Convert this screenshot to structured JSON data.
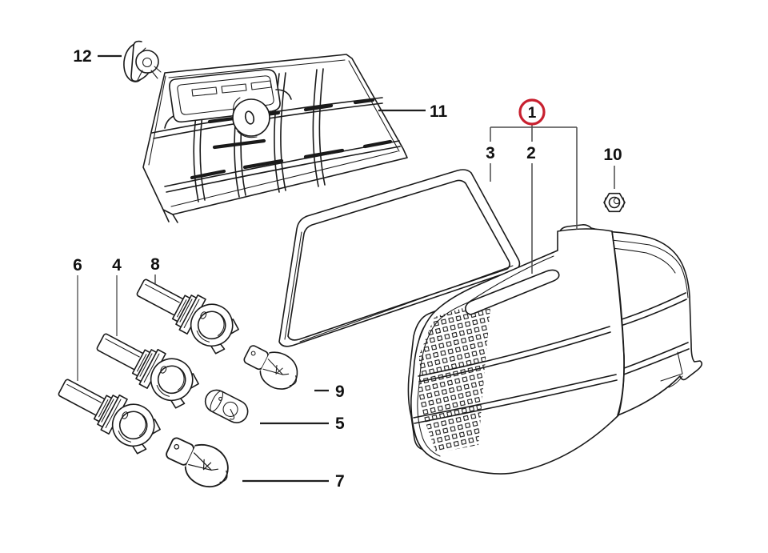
{
  "colors": {
    "highlight": "#c8202f",
    "ink": "#1a1a1a",
    "leader": "#4a4a4a",
    "background": "#ffffff"
  },
  "callouts": {
    "c1": {
      "label": "1",
      "highlighted": true
    },
    "c2": {
      "label": "2",
      "highlighted": false
    },
    "c3": {
      "label": "3",
      "highlighted": false
    },
    "c4": {
      "label": "4",
      "highlighted": false
    },
    "c5": {
      "label": "5",
      "highlighted": false
    },
    "c6": {
      "label": "6",
      "highlighted": false
    },
    "c7": {
      "label": "7",
      "highlighted": false
    },
    "c8": {
      "label": "8",
      "highlighted": false
    },
    "c9": {
      "label": "9",
      "highlighted": false
    },
    "c10": {
      "label": "10",
      "highlighted": false
    },
    "c11": {
      "label": "11",
      "highlighted": false
    },
    "c12": {
      "label": "12",
      "highlighted": false
    }
  }
}
